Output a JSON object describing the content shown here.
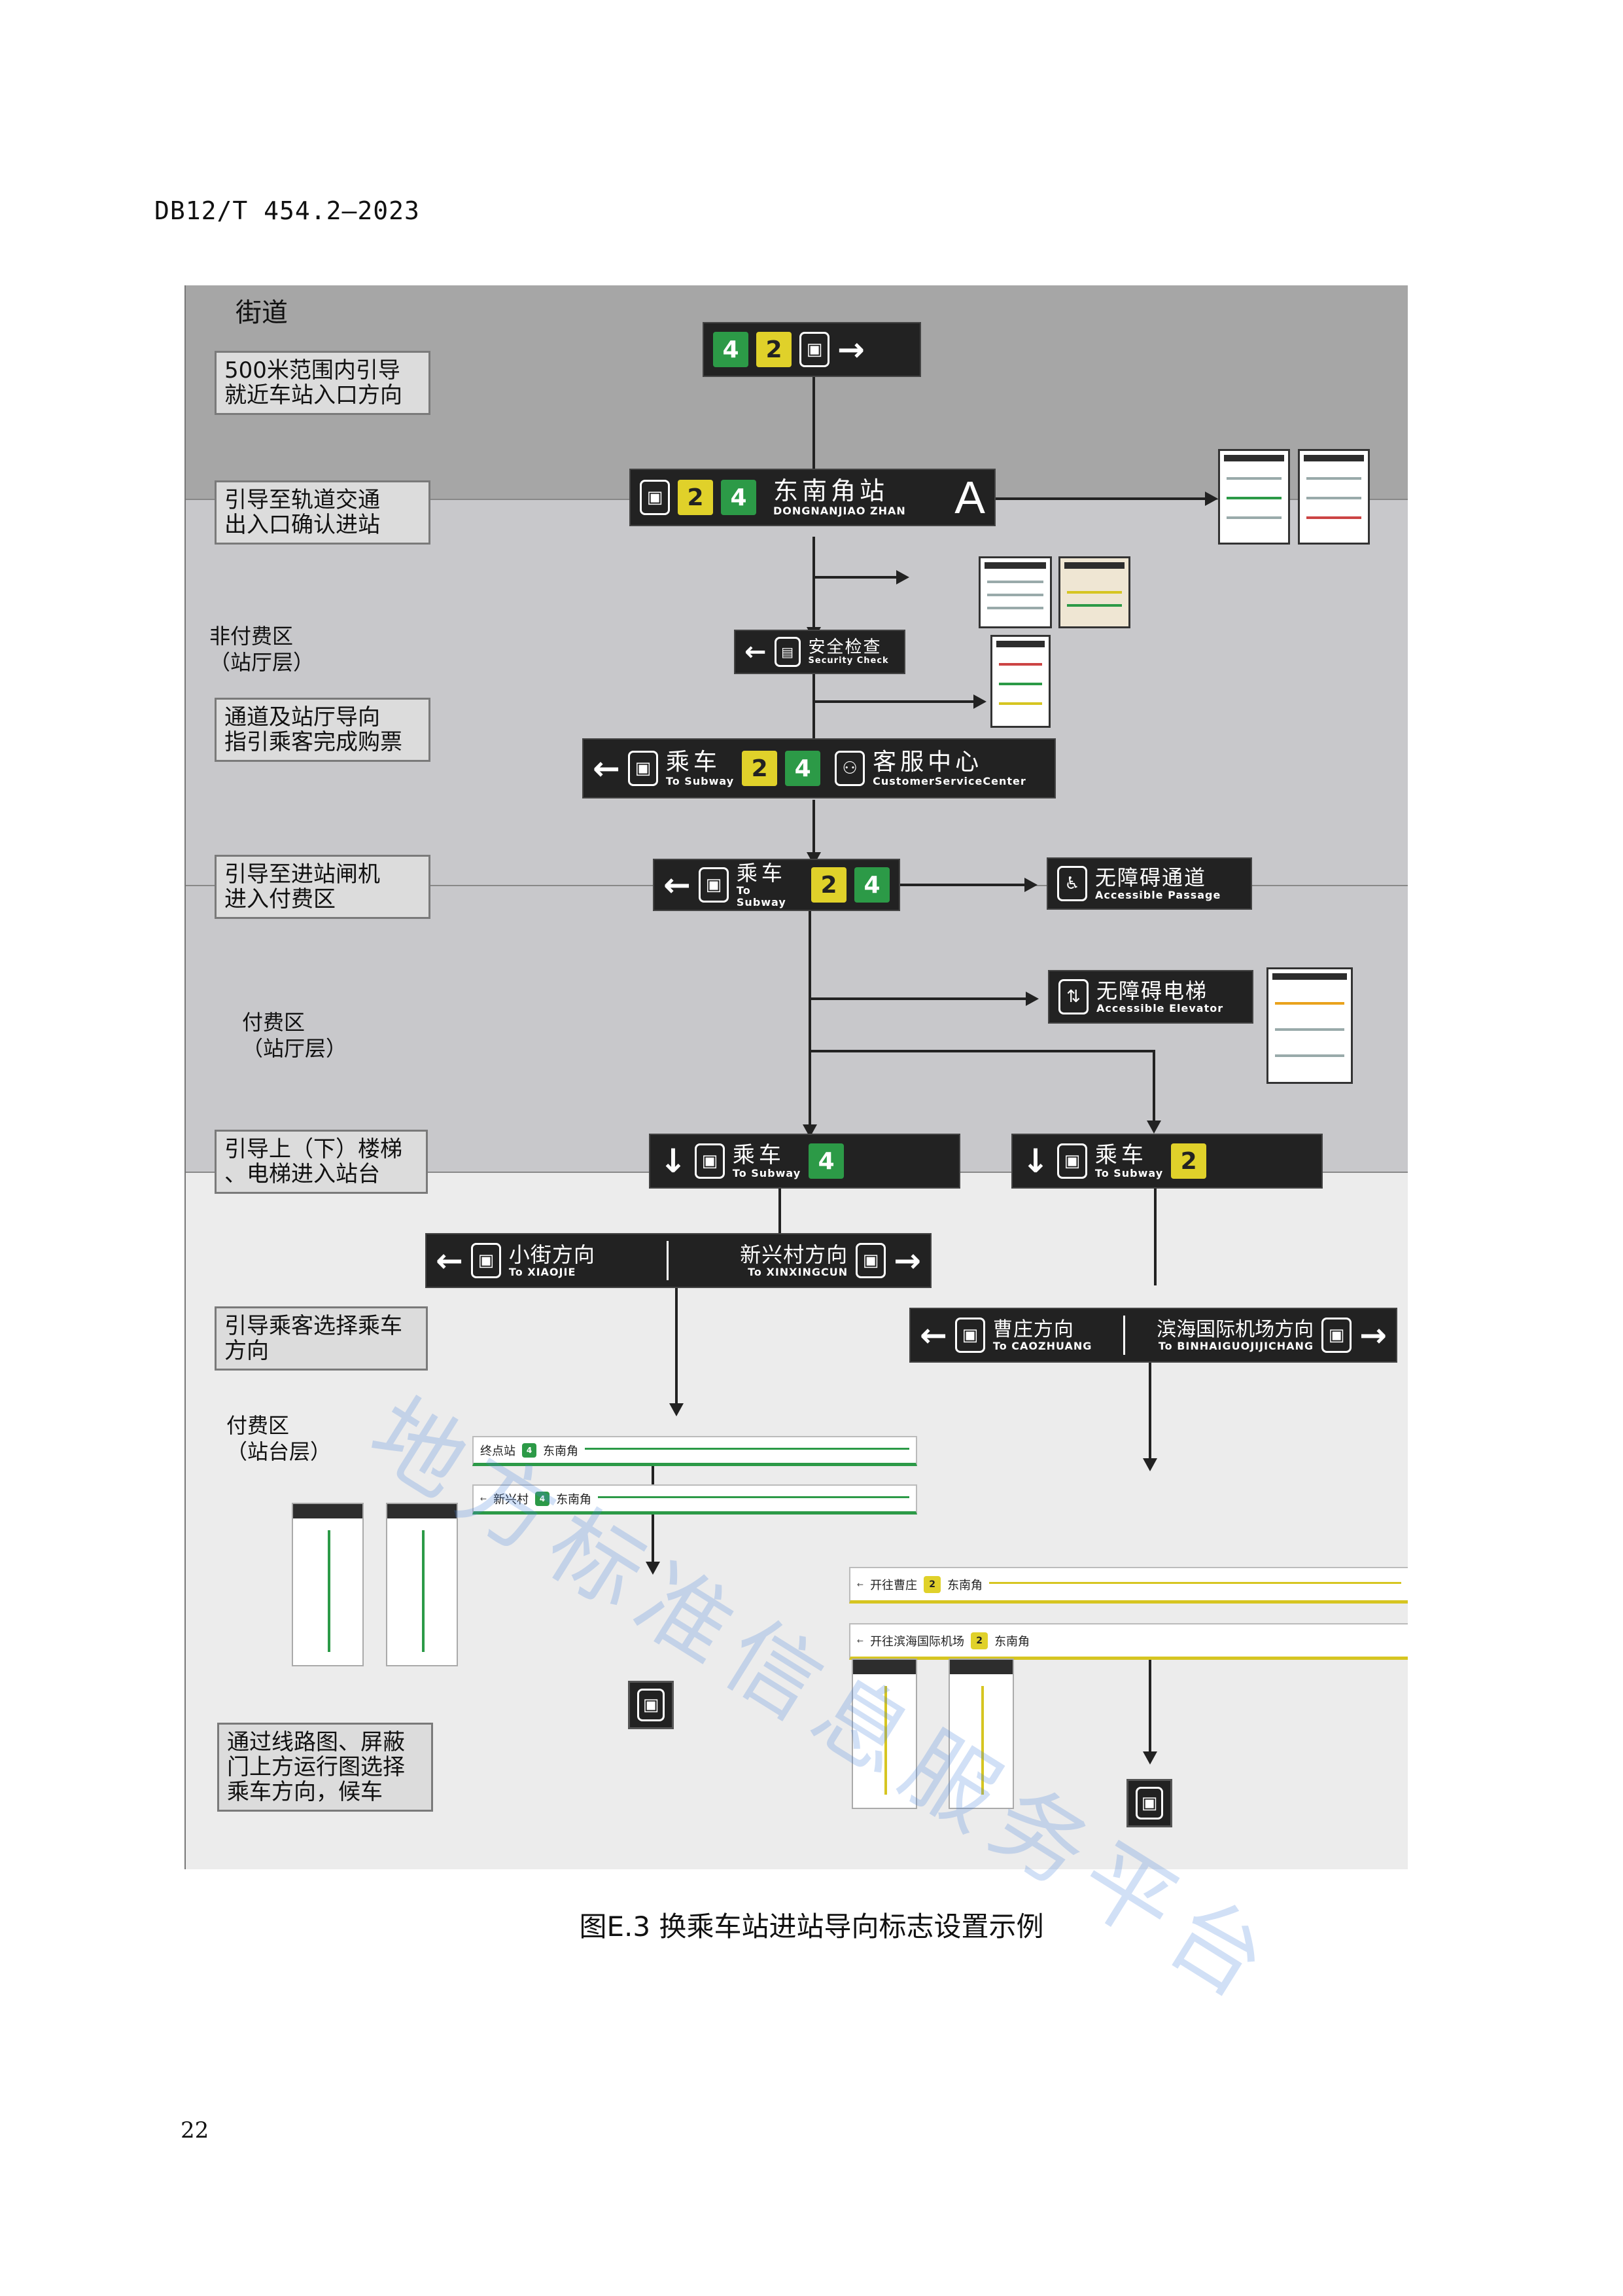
{
  "header": {
    "doc_id": "DB12/T 454.2—2023"
  },
  "figure": {
    "caption": "图E.3 换乘车站进站导向标志设置示例"
  },
  "page_number": "22",
  "watermark": "地方标准信息服务平台",
  "zones": {
    "street": "街道",
    "unpaid": "非付费区\n（站厅层）",
    "paid_hall": "付费区\n（站厅层）",
    "paid_platform": "付费区\n（站台层）"
  },
  "steps": {
    "s1": "500米范围内引导\n就近车站入口方向",
    "s2": "引导至轨道交通\n出入口确认进站",
    "s3": "通道及站厅导向\n指引乘客完成购票",
    "s4": "引导至进站闸机\n进入付费区",
    "s5": "引导上（下）楼梯\n、电梯进入站台",
    "s6": "引导乘客选择乘车\n方向",
    "s7": "通过线路图、屏蔽\n门上方运行图选择\n乘车方向，候车"
  },
  "signs": {
    "street": {
      "line4": "4",
      "line2": "2",
      "arrow": "→",
      "icon": "train-icon"
    },
    "entrance": {
      "cn": "东南角站",
      "en": "DONGNANJIAO ZHAN",
      "exit": "A",
      "line2": "2",
      "line4": "4"
    },
    "security": {
      "arrow": "←",
      "cn": "安全检查",
      "en": "Security Check"
    },
    "hall": {
      "arrow": "←",
      "cn": "乘车",
      "en": "To Subway",
      "line2": "2",
      "line4": "4",
      "service_cn": "客服中心",
      "service_en": "CustomerServiceCenter"
    },
    "gate": {
      "arrow": "←",
      "cn": "乘车",
      "en": "To Subway",
      "line2": "2",
      "line4": "4"
    },
    "accessible": {
      "cn": "无障碍通道",
      "en": "Accessible Passage"
    },
    "elevator": {
      "cn": "无障碍电梯",
      "en": "Accessible Elevator"
    },
    "down4": {
      "arrow": "↓",
      "cn": "乘车",
      "en": "To Subway",
      "line": "4"
    },
    "down2": {
      "arrow": "↓",
      "cn": "乘车",
      "en": "To Subway",
      "line": "2"
    },
    "dir4": {
      "left_cn": "小街方向",
      "left_en": "To XIAOJIE",
      "right_cn": "新兴村方向",
      "right_en": "To XINXINGCUN"
    },
    "dir2": {
      "left_cn": "曹庄方向",
      "left_en": "To CAOZHUANG",
      "right_cn": "滨海国际机场方向",
      "right_en": "To BINHAIGUOJIJICHANG"
    }
  },
  "strips": {
    "l4a_left": "终点站",
    "l4a_station": "东南角",
    "l4b_left": "新兴村",
    "l4b_station": "东南角",
    "l2a_left": "开往曹庄",
    "l2a_station": "东南角",
    "l2b_left": "开往滨海国际机场",
    "l2b_station": "东南角"
  },
  "colors": {
    "line4": "#2c9a47",
    "line2": "#e0d12a",
    "sign_bg": "#222222"
  }
}
